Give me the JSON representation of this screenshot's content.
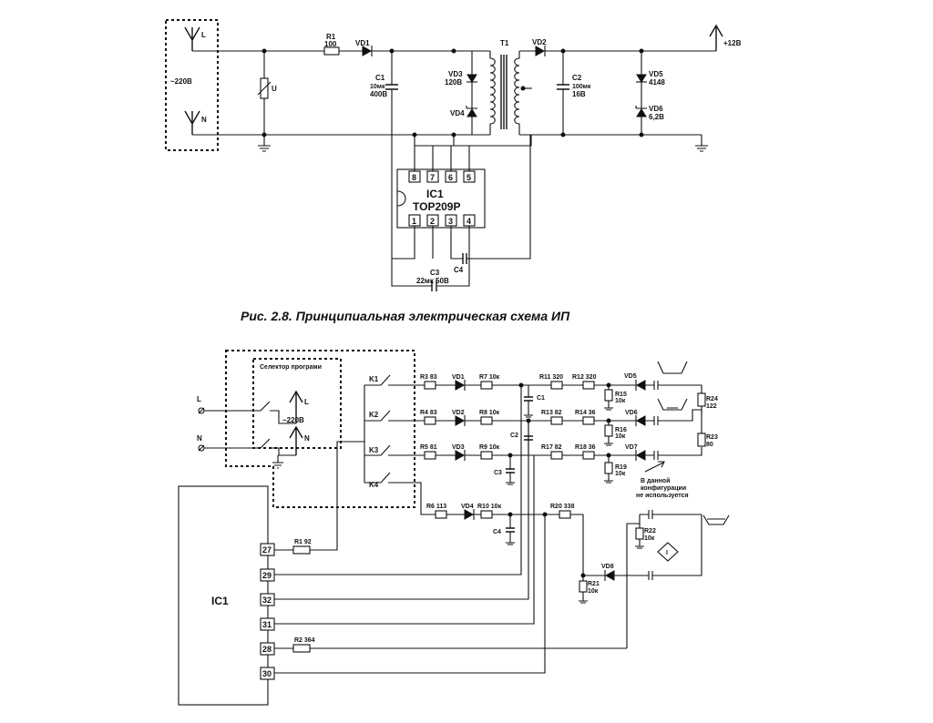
{
  "caption": "Рис. 2.8. Принципиальная электрическая схема ИП",
  "top": {
    "L": "L",
    "N": "N",
    "mains": "~220В",
    "U": "U",
    "R1": "R1",
    "R1_val": "100",
    "VD1": "VD1",
    "C1": "C1",
    "C1_cap": "10мк",
    "C1_v": "400В",
    "VD3": "VD3",
    "VD3_v": "120В",
    "VD4": "VD4",
    "T1": "T1",
    "VD2": "VD2",
    "C2": "C2",
    "C2_cap": "100мк",
    "C2_v": "16В",
    "VD5": "VD5",
    "VD5_v": "4148",
    "VD6": "VD6",
    "VD6_v": "6,2В",
    "out": "+12В",
    "ic_name": "IC1",
    "ic_type": "TOP209P",
    "pins_top": [
      "8",
      "7",
      "6",
      "5"
    ],
    "pins_bot": [
      "1",
      "2",
      "3",
      "4"
    ],
    "C3": "C3",
    "C3_val": "22мк 50В",
    "C4": "C4"
  },
  "bot": {
    "selector": "Селектор програми",
    "L": "L",
    "N": "N",
    "Lsym": "L",
    "Nsym": "N",
    "mains": "~220В",
    "K1": "K1",
    "K2": "K2",
    "K3": "K3",
    "K4": "K4",
    "R3": "R3 83",
    "R4": "R4 83",
    "R5": "R5 81",
    "R6": "R6 113",
    "VD1": "VD1",
    "VD2": "VD2",
    "VD3": "VD3",
    "VD4": "VD4",
    "R7": "R7 10к",
    "R8": "R8 10к",
    "R9": "R9 10к",
    "R10": "R10 10к",
    "C1": "C1",
    "C2": "C2",
    "C3": "C3",
    "C4": "C4",
    "R11": "R11 320",
    "R12": "R12 320",
    "R13": "R13 82",
    "R14": "R14 36",
    "R17": "R17 82",
    "R18": "R18 36",
    "R15": "R15",
    "R15v": "10к",
    "R16": "R16",
    "R16v": "10к",
    "R19": "R19",
    "R19v": "10к",
    "VD5": "VD5",
    "VD6": "VD6",
    "VD7": "VD7",
    "VD8": "VD8",
    "R24": "R24",
    "R24v": "122",
    "R23": "R23",
    "R23v": "80",
    "note1": "В данной",
    "note2": "конфигурации",
    "note3": "не используется",
    "R20": "R20 338",
    "R22": "R22",
    "R22v": "10к",
    "R21": "R21",
    "R21v": "10к",
    "R1": "R1 92",
    "R2": "R2 364",
    "ic": "IC1",
    "pins": [
      "27",
      "29",
      "32",
      "31",
      "28",
      "30"
    ]
  }
}
